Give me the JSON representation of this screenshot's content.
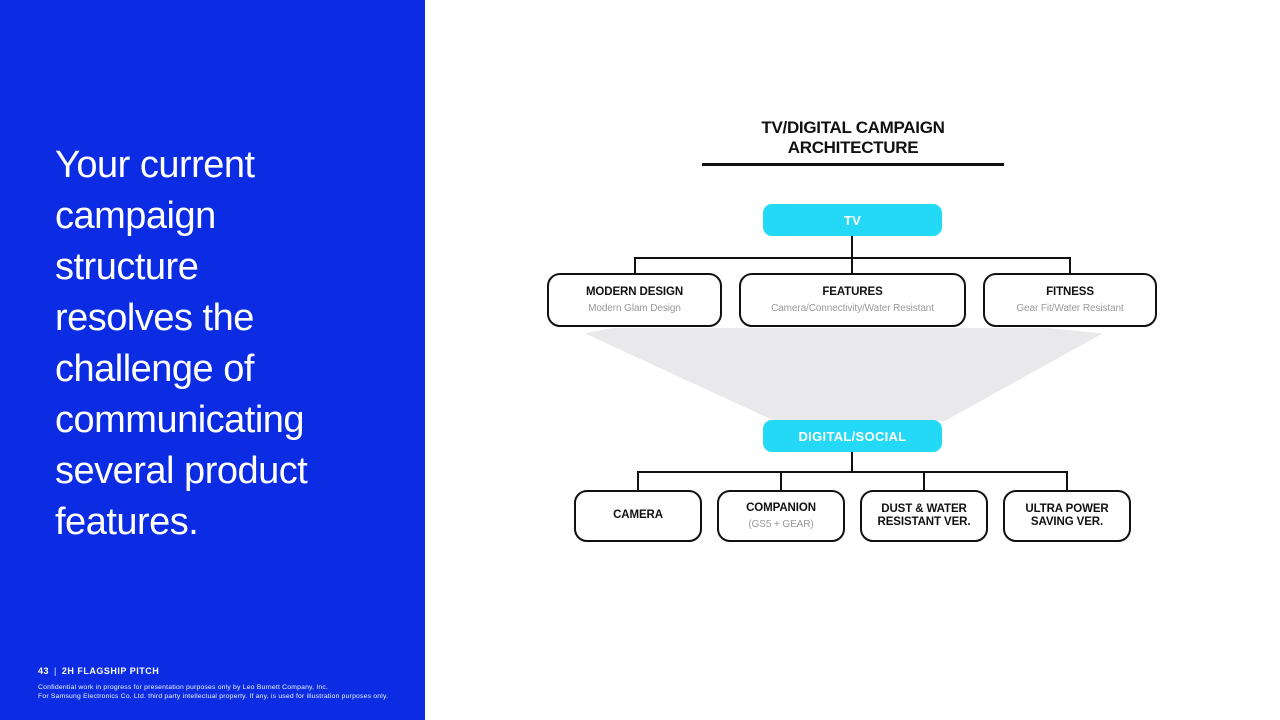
{
  "colors": {
    "panel-blue": "#0b2ce3",
    "accent-cyan": "#23d9f6",
    "funnel-gray": "#e9e9eb",
    "ink": "#111111",
    "subtitle-gray": "#9a9a9a",
    "text-white": "#ffffff"
  },
  "left_panel": {
    "headline_lines": [
      "Your current",
      "campaign",
      "structure",
      "resolves the",
      "challenge of",
      "communicating",
      "several product",
      "features."
    ],
    "page_number": "43",
    "footer_separator": "|",
    "deck_title": "2H FLAGSHIP PITCH",
    "disclaimer_line1": "Confidential work in progress for presentation purposes only by Leo Burnett Company, Inc.",
    "disclaimer_line2": "For Samsung Electronics Co. Ltd. third party intellectual property. If any, is used for illustration purposes only."
  },
  "diagram": {
    "title": "TV/DIGITAL CAMPAIGN ARCHITECTURE",
    "top_node": {
      "label": "TV"
    },
    "top_children": [
      {
        "title": "MODERN DESIGN",
        "subtitle": "Modern Glam Design"
      },
      {
        "title": "FEATURES",
        "subtitle": "Camera/Connectivity/Water Resistant"
      },
      {
        "title": "FITNESS",
        "subtitle": "Gear Fit/Water Resistant"
      }
    ],
    "bottom_node": {
      "label": "DIGITAL/SOCIAL"
    },
    "bottom_children": [
      {
        "title": "CAMERA",
        "subtitle": ""
      },
      {
        "title": "COMPANION",
        "subtitle": "(GS5 + GEAR)"
      },
      {
        "title": "DUST & WATER RESISTANT VER.",
        "subtitle": ""
      },
      {
        "title": "ULTRA POWER SAVING VER.",
        "subtitle": ""
      }
    ]
  }
}
